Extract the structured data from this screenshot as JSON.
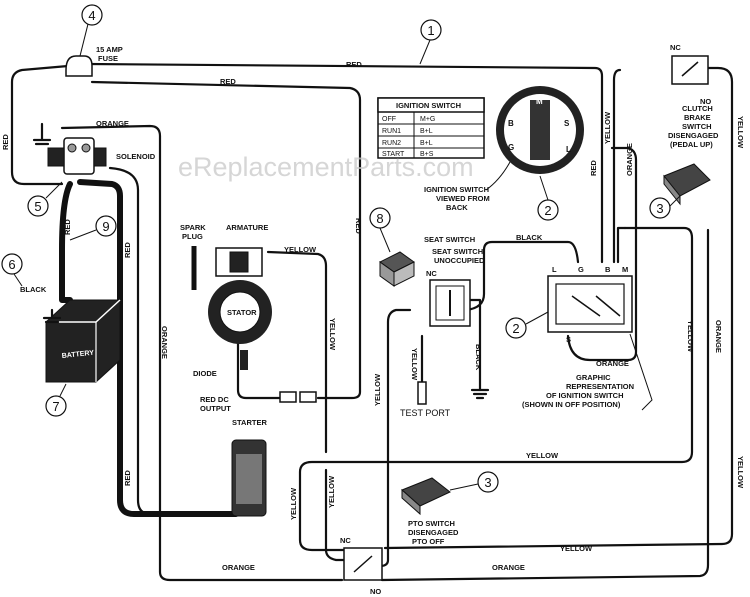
{
  "watermark": "eReplacementParts.com",
  "callouts": {
    "c1": "1",
    "c2a": "2",
    "c2b": "2",
    "c3a": "3",
    "c3b": "3",
    "c4": "4",
    "c5": "5",
    "c6": "6",
    "c7": "7",
    "c8": "8",
    "c9": "9"
  },
  "ignition_table": {
    "title": "IGNITION SWITCH",
    "rows": [
      [
        "OFF",
        "M+G"
      ],
      [
        "RUN1",
        "B+L"
      ],
      [
        "RUN2",
        "B+L"
      ],
      [
        "START",
        "B+S"
      ]
    ]
  },
  "ignition_face_letters": {
    "m": "M",
    "b": "B",
    "s": "S",
    "g": "G",
    "l": "L"
  },
  "labels": {
    "fuse": [
      "15 AMP",
      "FUSE"
    ],
    "solenoid": "SOLENOID",
    "armature": "ARMATURE",
    "spark_plug": [
      "SPARK",
      "PLUG"
    ],
    "stator": "STATOR",
    "diode": "DIODE",
    "red_dc_output": [
      "RED DC",
      "OUTPUT"
    ],
    "starter": "STARTER",
    "battery": "BATTERY",
    "seat_switch_title": "SEAT SWITCH",
    "seat_switch_note": [
      "SEAT SWITCH",
      "UNOCCUPIED"
    ],
    "ignition_view": [
      "IGNITION SWITCH",
      "VIEWED FROM",
      "BACK"
    ],
    "graphic_rep": [
      "GRAPHIC",
      "REPRESENTATION",
      "OF IGNITION SWITCH",
      "(SHOWN IN OFF POSITION)"
    ],
    "test_port": "TEST PORT",
    "clutch_switch": [
      "CLUTCH",
      "BRAKE",
      "SWITCH",
      "DISENGAGED",
      "(PEDAL UP)"
    ],
    "pto_switch": [
      "PTO SWITCH",
      "DISENGAGED",
      "PTO OFF"
    ],
    "nc": "NC",
    "no": "NO",
    "term_l": "L",
    "term_g": "G",
    "term_b": "B",
    "term_m": "M",
    "term_s": "S"
  },
  "wire_colors": {
    "red": "RED",
    "orange": "ORANGE",
    "yellow": "YELLOW",
    "black": "BLACK"
  }
}
